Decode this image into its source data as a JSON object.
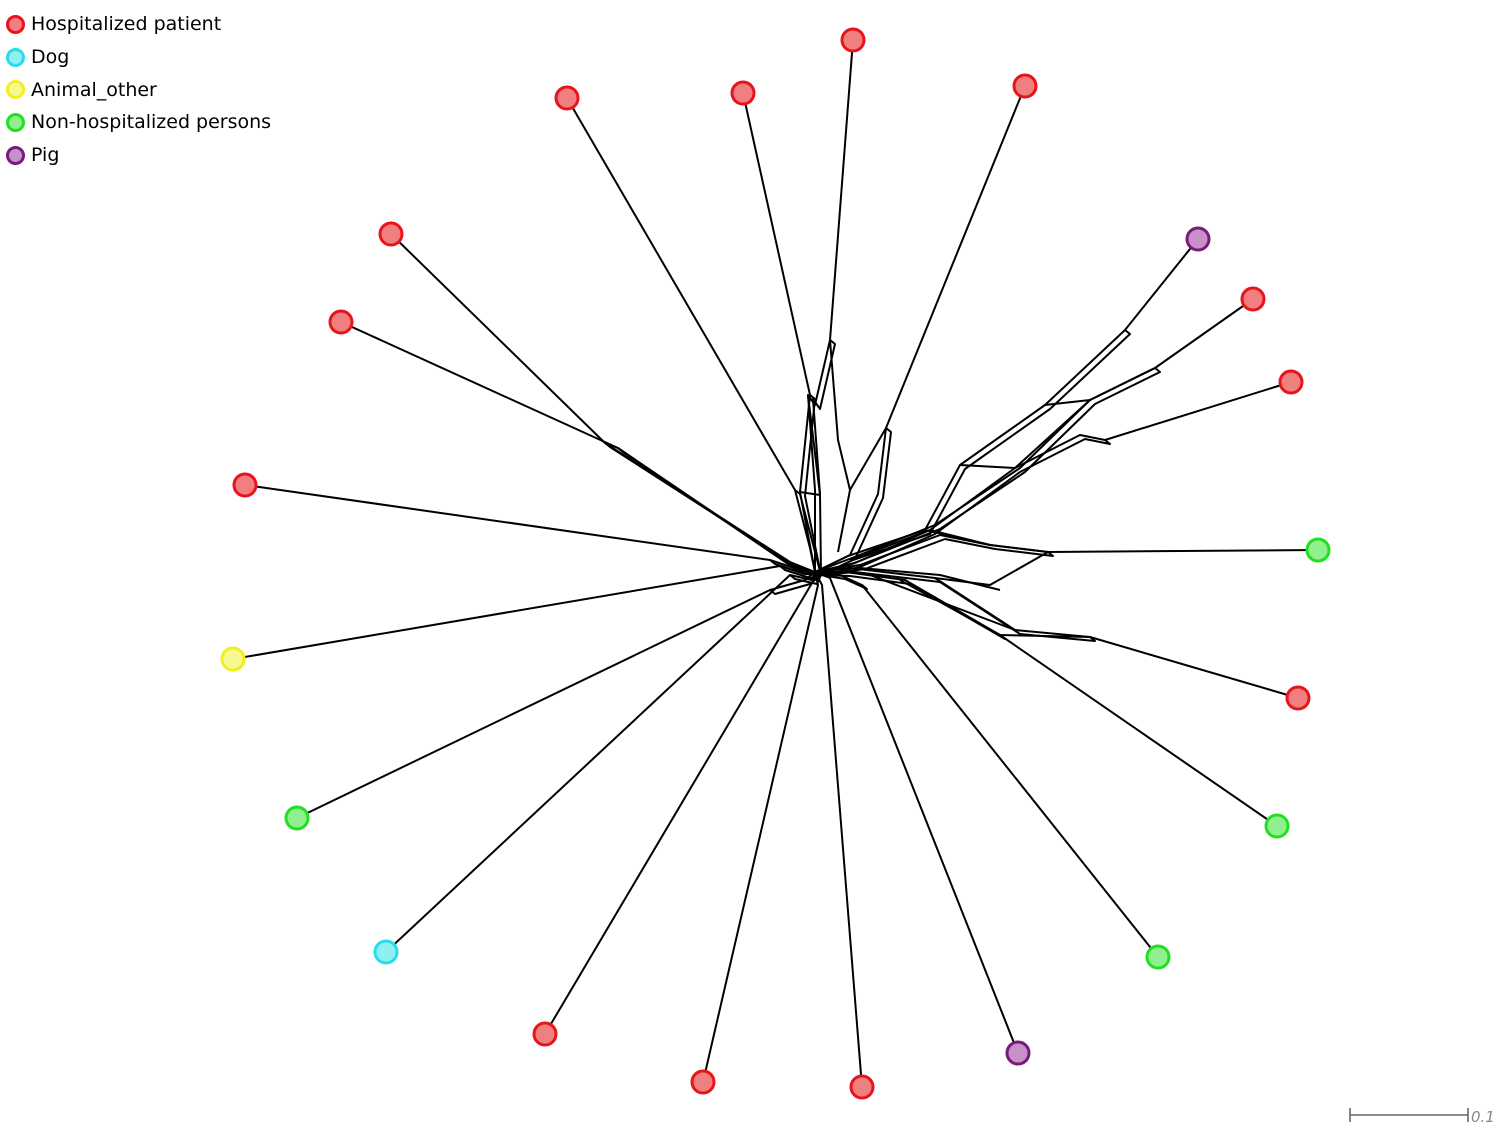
{
  "legend": {
    "items": [
      {
        "label": "Hospitalized patient",
        "fill": "#f08080",
        "stroke": "#e8141c"
      },
      {
        "label": "Dog",
        "fill": "#8ef0f0",
        "stroke": "#28dcec"
      },
      {
        "label": "Animal_other",
        "fill": "#f8f890",
        "stroke": "#f0f020"
      },
      {
        "label": "Non-hospitalized persons",
        "fill": "#90f090",
        "stroke": "#20e020"
      },
      {
        "label": "Pig",
        "fill": "#c890c8",
        "stroke": "#7a1a7a"
      }
    ]
  },
  "scale_bar": {
    "label": "0.1"
  },
  "colors": {
    "edge": "#000000",
    "background": "#ffffff"
  }
}
